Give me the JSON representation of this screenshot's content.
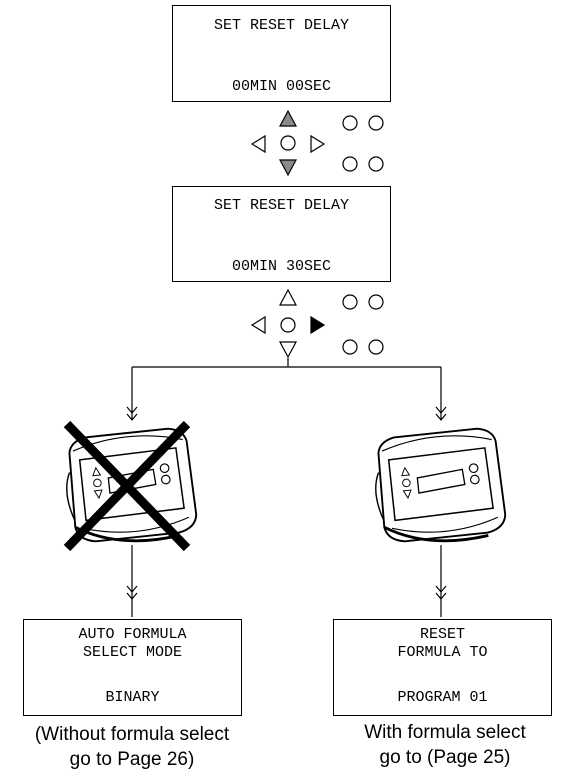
{
  "screen1": {
    "line1": "SET RESET DELAY",
    "line2": "00MIN 00SEC"
  },
  "screen2": {
    "line1": "SET RESET DELAY",
    "line2": "00MIN 30SEC"
  },
  "left_branch": {
    "screen": {
      "line1": "AUTO FORMULA",
      "line2": "SELECT MODE",
      "line3": "BINARY"
    },
    "caption_line1": "(Without formula select",
    "caption_line2": "go to Page 26)"
  },
  "right_branch": {
    "screen": {
      "line1": "RESET",
      "line2": "FORMULA TO",
      "line3": "PROGRAM 01"
    },
    "caption_line1": "With formula select",
    "caption_line2": "go to (Page 25)"
  },
  "colors": {
    "pressed_gray": "#8a8a8a",
    "pressed_black": "#000000",
    "cross": "#000000"
  },
  "icons": [
    "up-arrow-button",
    "down-arrow-button",
    "left-arrow-button",
    "right-arrow-button",
    "center-button",
    "round-button",
    "controller-device",
    "cross-out-mark",
    "flow-arrow"
  ]
}
